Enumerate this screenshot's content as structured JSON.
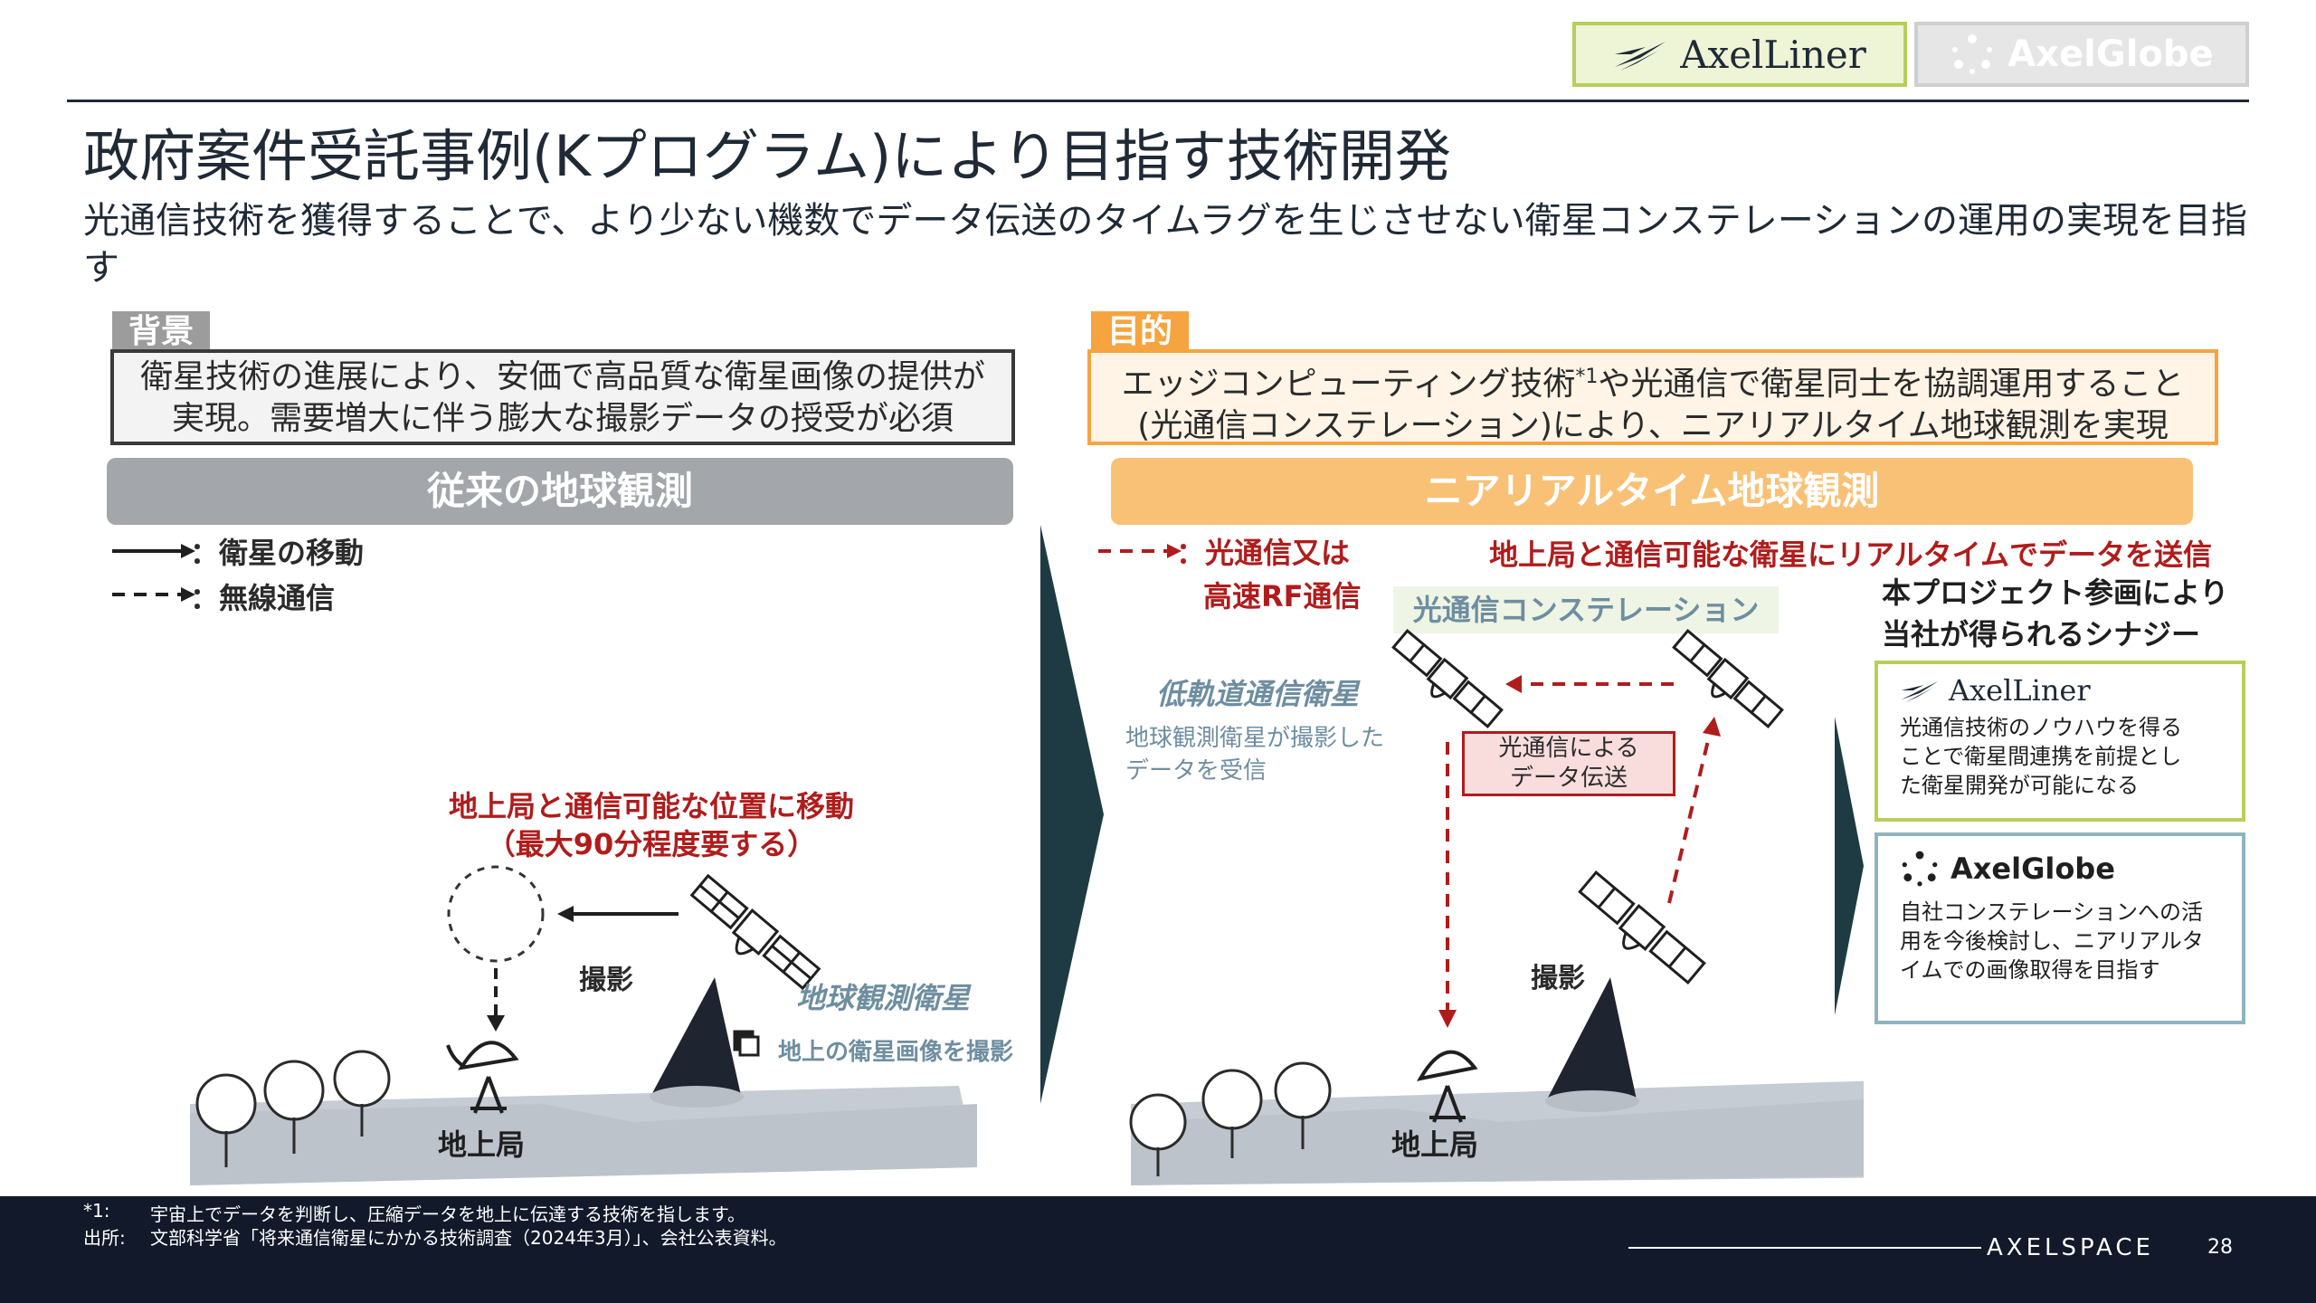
{
  "header": {
    "tab_liner": "AxelLiner",
    "tab_globe": "AxelGlobe",
    "title": "政府案件受託事例(Kプログラム)により目指す技術開発",
    "subtitle": "光通信技術を獲得することで、より少ない機数でデータ伝送のタイムラグを生じさせない衛星コンステレーションの運用の実現を目指す"
  },
  "left": {
    "tag": "背景",
    "box_line1": "衛星技術の進展により、安価で高品質な衛星画像の提供が",
    "box_line2": "実現。需要増大に伴う膨大な撮影データの授受が必須",
    "banner": "従来の地球観測",
    "legend_move": "：衛星の移動",
    "legend_radio": "：無線通信",
    "move_label_1": "地上局と通信可能な位置に移動",
    "move_label_2": "（最大90分程度要する）",
    "shoot": "撮影",
    "satellite_label": "地球観測衛星",
    "capture_label": "地上の衛星画像を撮影",
    "ground_station": "地上局"
  },
  "right": {
    "tag": "目的",
    "box_line1_a": "エッジコンピューティング技術",
    "box_line1_sup": "*1",
    "box_line1_b": "や光通信で衛星同士を協調運用すること",
    "box_line2": "(光通信コンステレーション)により、ニアリアルタイム地球観測を実現",
    "banner": "ニアリアルタイム地球観測",
    "legend_opt_1": "：光通信又は",
    "legend_opt_2": "高速RF通信",
    "realtime_label": "地上局と通信可能な衛星にリアルタイムでデータを送信",
    "constellation": "光通信コンステレーション",
    "leo_label": "低軌道通信衛星",
    "leo_desc_1": "地球観測衛星が撮影した",
    "leo_desc_2": "データを受信",
    "transfer_1": "光通信による",
    "transfer_2": "データ伝送",
    "shoot": "撮影",
    "ground_station": "地上局"
  },
  "synergy": {
    "heading_1": "本プロジェクト参画により",
    "heading_2": "当社が得られるシナジー",
    "liner_name": "AxelLiner",
    "liner_1": "光通信技術のノウハウを得る",
    "liner_2": "ことで衛星間連携を前提とし",
    "liner_3": "た衛星開発が可能になる",
    "globe_name": "AxelGlobe",
    "globe_1": "自社コンステレーションへの活",
    "globe_2": "用を今後検討し、ニアリアルタ",
    "globe_3": "イムでの画像取得を目指す"
  },
  "footer": {
    "note1_key": "*1:",
    "note1_text": "宇宙上でデータを判断し、圧縮データを地上に伝達する技術を指します。",
    "note2_key": "出所:",
    "note2_text": "文部科学省「将来通信衛星にかかる技術調査（2024年3月）」、会社公表資料。",
    "brand": "AXELSPACE",
    "page": "28"
  },
  "colors": {
    "navy": "#1f2a36",
    "lime": "#b6cf5a",
    "orange": "#f6a440",
    "red": "#b01c1c",
    "gray_banner": "#a3a6ab",
    "teal": "#8fb4bd"
  }
}
